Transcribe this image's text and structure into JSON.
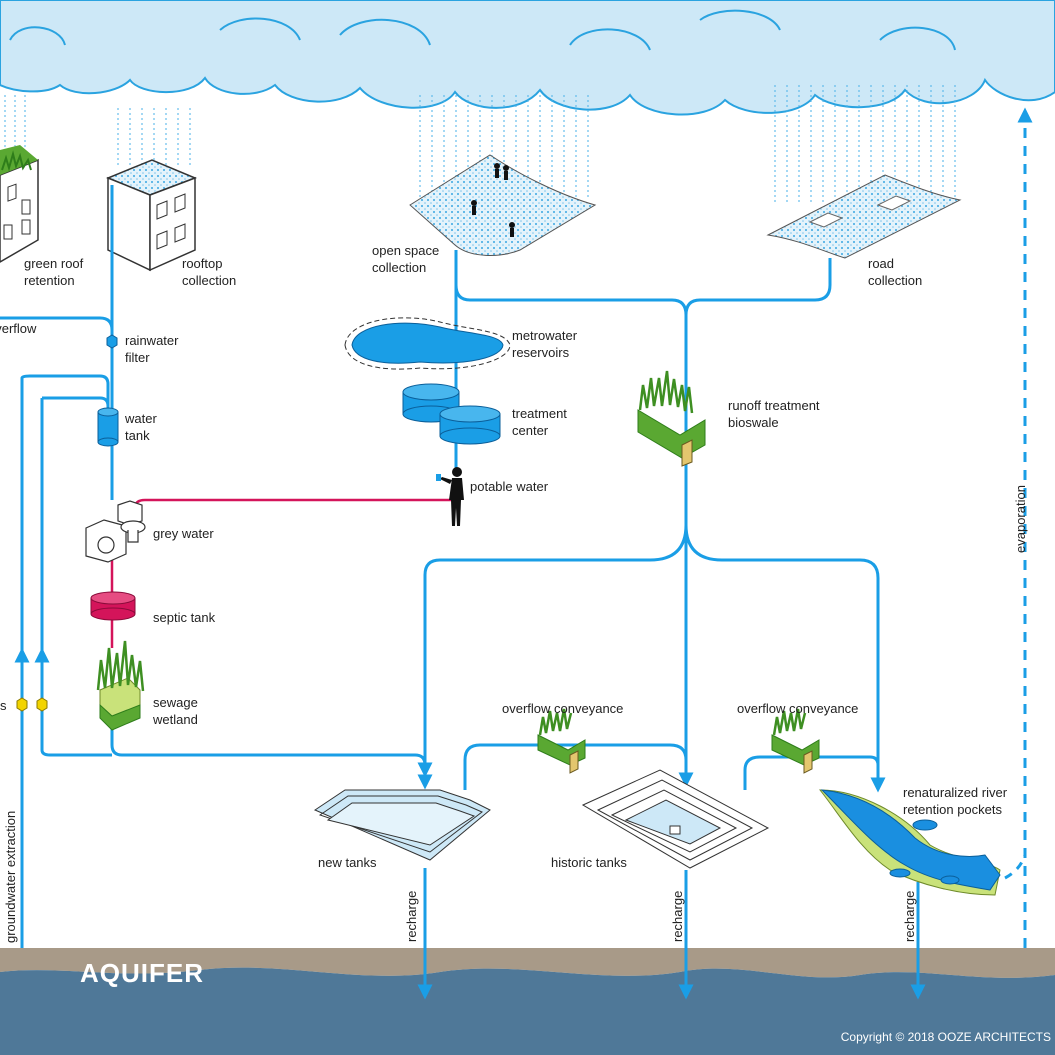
{
  "colors": {
    "sky": "#cde8f7",
    "cloud_outline": "#2aa3e0",
    "water": "#1a9ee6",
    "grey_water": "#d4145a",
    "ground": "#a89a88",
    "aquifer": "#4f7898",
    "vegetation": "#5aa832",
    "wetland": "#c9e27a",
    "river": "#1a8fe0"
  },
  "labels": {
    "green_roof": "green roof\nretention",
    "rooftop": "rooftop\ncollection",
    "overflow_left": "overflow",
    "rainwater_filter": "rainwater\nfilter",
    "water_tank": "water\ntank",
    "grey_water": "grey water",
    "septic_tank": "septic tank",
    "sewage_wetland": "sewage\nwetland",
    "filters_partial": "s",
    "open_space": "open space\ncollection",
    "metrowater": "metrowater\nreservoirs",
    "treatment": "treatment\ncenter",
    "potable": "potable water",
    "road": "road\ncollection",
    "bioswale": "runoff treatment\nbioswale",
    "overflow_conveyance_1": "overflow conveyance",
    "overflow_conveyance_2": "overflow conveyance",
    "new_tanks": "new tanks",
    "historic_tanks": "historic tanks",
    "river": "renaturalized river\nretention pockets",
    "recharge_1": "recharge",
    "recharge_2": "recharge",
    "recharge_3": "recharge",
    "groundwater": "groundwater extraction",
    "evaporation": "evaporation",
    "aquifer": "AQUIFER",
    "copyright": "Copyright © 2018 OOZE ARCHITECTS"
  }
}
